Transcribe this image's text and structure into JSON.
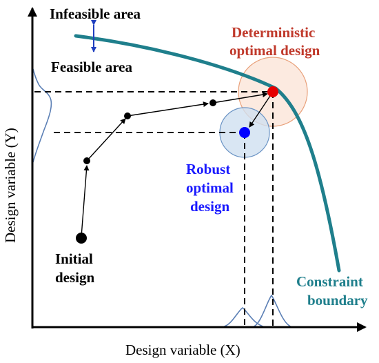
{
  "labels": {
    "infeasible_area": "Infeasible area",
    "feasible_area": "Feasible area",
    "deterministic_line1": "Deterministic",
    "deterministic_line2": "optimal design",
    "robust_line1": "Robust",
    "robust_line2": "optimal",
    "robust_line3": "design",
    "initial_line1": "Initial",
    "initial_line2": "design",
    "constraint_line1": "Constraint",
    "constraint_line2": "boundary",
    "x_axis": "Design variable (X)",
    "y_axis": "Design variable (Y)"
  },
  "colors": {
    "constraint": "#1f7f8c",
    "deterministic_text": "#c0392b",
    "deterministic_point": "#e60000",
    "deterministic_halo_fill": "#fbe3d6",
    "deterministic_halo_stroke": "#e8a07a",
    "robust_text": "#1a1aff",
    "robust_point": "#0000ff",
    "robust_halo_fill": "#cfe0f0",
    "robust_halo_stroke": "#6a93c4",
    "distribution": "#5b7fb5",
    "arrow_blue": "#1f3fbf",
    "text": "#000000"
  }
}
